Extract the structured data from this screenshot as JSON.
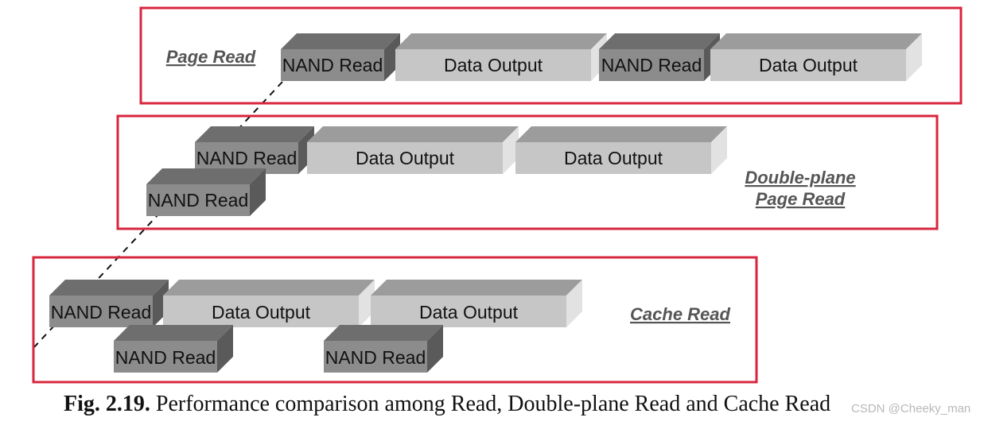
{
  "sections": {
    "page_read": {
      "title": "Page Read"
    },
    "double_plane": {
      "title_line1": "Double-plane",
      "title_line2": "Page Read"
    },
    "cache_read": {
      "title": "Cache Read"
    }
  },
  "blocks": {
    "nand": {
      "label": "NAND Read"
    },
    "data": {
      "label": "Data Output"
    }
  },
  "caption": {
    "figure_label": "Fig. 2.19.",
    "text": "Performance comparison among Read, Double-plane Read and Cache Read"
  },
  "watermark": "CSDN @Cheeky_man",
  "colors": {
    "frame": "#d7263d",
    "nand_front": "#8c8c8c",
    "nand_top": "#6e6e6e",
    "nand_side": "#5a5a5a",
    "data_front": "#c6c6c6",
    "data_top": "#9c9c9c",
    "data_side": "#e2e2e2",
    "section_title": "#555555"
  }
}
